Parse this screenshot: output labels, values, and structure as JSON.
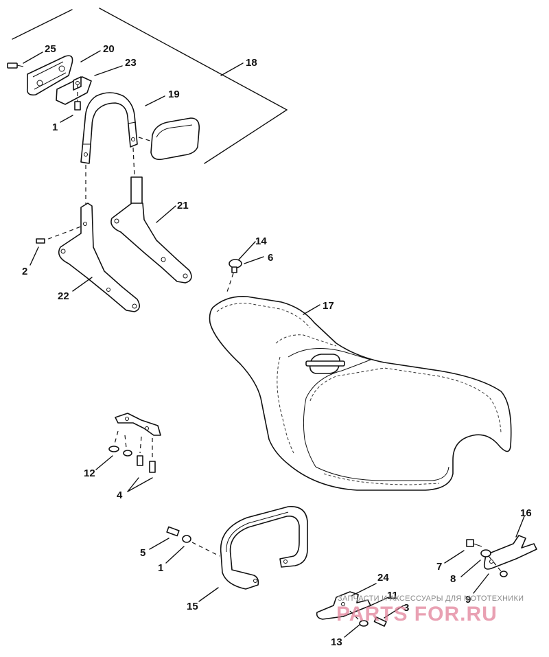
{
  "callouts": {
    "c25": "25",
    "c20": "20",
    "c23": "23",
    "c18": "18",
    "c19": "19",
    "c1a": "1",
    "c2": "2",
    "c21": "21",
    "c22": "22",
    "c14": "14",
    "c6": "6",
    "c17": "17",
    "c12": "12",
    "c4": "4",
    "c5": "5",
    "c1b": "1",
    "c15": "15",
    "c16": "16",
    "c7": "7",
    "c8": "8",
    "c9": "9",
    "c24": "24",
    "c11": "11",
    "c3": "3",
    "c13": "13"
  },
  "watermark": {
    "caption": "ЗАПЧАСТИ И АКСЕССУАРЫ ДЛЯ МОТОТЕХНИКИ",
    "brand": "PARTS FOR.RU"
  },
  "colors": {
    "line": "#111111",
    "watermark": "#e07a93"
  }
}
